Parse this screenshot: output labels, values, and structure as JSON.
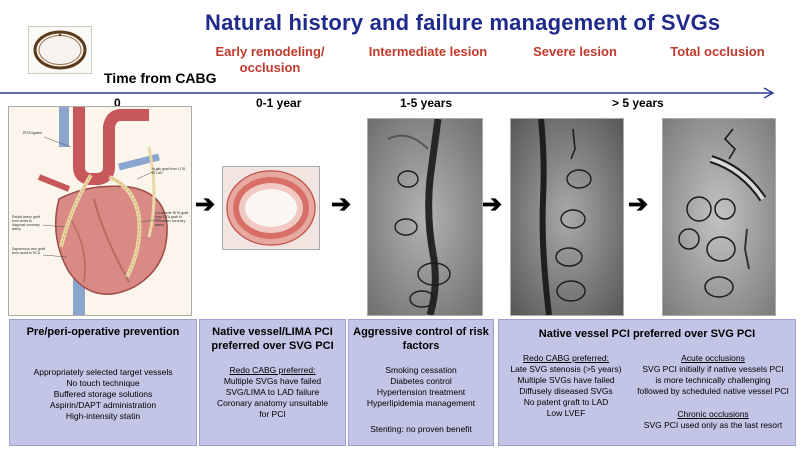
{
  "title": "Natural history and failure management of SVGs",
  "stages": {
    "early": "Early remodeling/ occlusion",
    "intermediate": "Intermediate lesion",
    "severe": "Severe lesion",
    "total": "Total occlusion"
  },
  "timeline": {
    "label": "Time from CABG",
    "ticks": [
      "0",
      "0-1 year",
      "1-5 years",
      "> 5 years"
    ]
  },
  "diagram_labels": {
    "rita": "RITA ligated",
    "svg_lima": "In situ graft from LITA to LAD",
    "radial": "Radial artery graft from aorta to diagonal coronary artery",
    "composite": "Composite RITA graft from LITA graft to circumflex coronary artery",
    "saphenous": "Saphenous vein graft from aorta to RCA"
  },
  "boxes": {
    "preop": {
      "title": "Pre/peri-operative prevention",
      "lines": [
        "Appropriately selected target vessels",
        "No touch technique",
        "Buffered storage solutions",
        "Aspirin/DAPT administration",
        "High-intensity statin"
      ]
    },
    "native": {
      "title": "Native vessel/LIMA PCI preferred over SVG PCI",
      "subtitle": "Redo CABG preferred:",
      "lines": [
        "Multiple SVGs have failed",
        "SVG/LIMA to LAD failure",
        "Coronary anatomy unsuitable",
        "for PCI"
      ]
    },
    "risk": {
      "title": "Aggressive control of risk factors",
      "lines": [
        "Smoking cessation",
        "Diabetes control",
        "Hypertension treatment",
        "Hyperlipidemia management"
      ],
      "footer": "Stenting: no proven benefit"
    },
    "native_pci": {
      "title": "Native vessel PCI preferred over SVG PCI",
      "left_subtitle": "Redo CABG preferred:",
      "left_lines": [
        "Late SVG stenosis (>5 years)",
        "Multiple SVGs have failed",
        "Diffusely diseased SVGs",
        "No patent graft to LAD",
        "Low LVEF"
      ],
      "acute_subtitle": "Acute occlusions",
      "acute_lines": [
        "SVG PCI initially if native vessels PCI",
        "is more technically challenging",
        "followed by scheduled native vessel PCI"
      ],
      "chronic_subtitle": "Chronic occlusions",
      "chronic_lines": [
        "SVG PCI used only as the last resort"
      ]
    }
  },
  "arrows": [
    "➔",
    "➔",
    "➔",
    "➔"
  ]
}
